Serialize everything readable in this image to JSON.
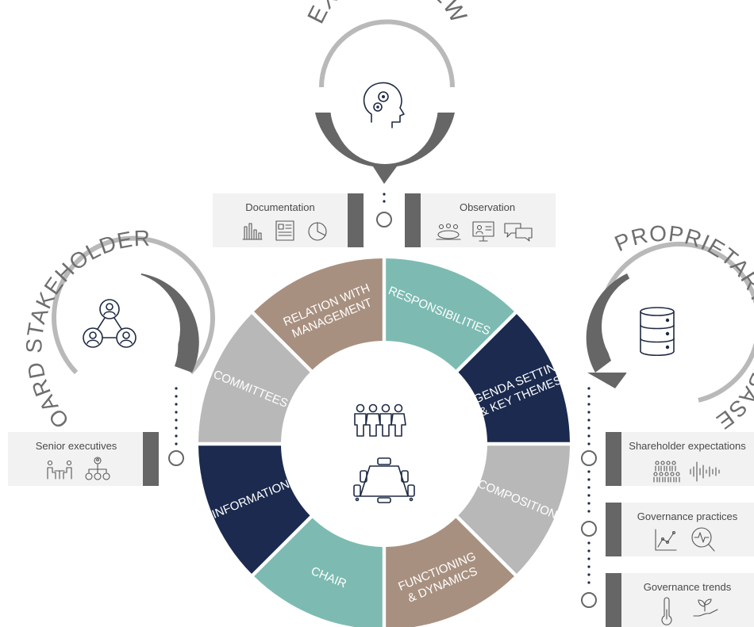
{
  "hubs": {
    "expert": {
      "title": "EXPERT VIEW"
    },
    "board": {
      "title": "BOARD STAKEHOLDERS"
    },
    "database": {
      "title": "PROPRIETARY DATABASE"
    }
  },
  "sources": {
    "documentation": {
      "label": "Documentation",
      "icons": [
        "bar-chart-icon",
        "document-icon",
        "pie-chart-icon"
      ]
    },
    "observation": {
      "label": "Observation",
      "icons": [
        "meeting-table-icon",
        "presentation-icon",
        "chat-bubbles-icon"
      ]
    },
    "senior_executives": {
      "label": "Senior executives",
      "icons": [
        "interview-icon",
        "org-chart-icon"
      ]
    },
    "shareholder_expectations": {
      "label": "Shareholder expectations",
      "icons": [
        "crowd-icon",
        "sound-wave-icon"
      ]
    },
    "governance_practices": {
      "label": "Governance practices",
      "icons": [
        "line-chart-icon",
        "magnifier-pulse-icon"
      ]
    },
    "governance_trends": {
      "label": "Governance trends",
      "icons": [
        "thermometer-icon",
        "plant-hand-icon"
      ]
    }
  },
  "wheel": {
    "segments": [
      {
        "line1": "RESPONSIBILITIES",
        "line2": "",
        "color": "#7dbbb2"
      },
      {
        "line1": "AGENDA SETTING",
        "line2": "& KEY THEMES",
        "color": "#1b2a4e"
      },
      {
        "line1": "COMPOSITION",
        "line2": "",
        "color": "#b8b8b8"
      },
      {
        "line1": "FUNCTIONING",
        "line2": "& DYNAMICS",
        "color": "#a89080"
      },
      {
        "line1": "CHAIR",
        "line2": "",
        "color": "#7dbbb2"
      },
      {
        "line1": "INFORMATION",
        "line2": "",
        "color": "#1b2a4e"
      },
      {
        "line1": "COMMITTEES",
        "line2": "",
        "color": "#b8b8b8"
      },
      {
        "line1": "RELATION WITH",
        "line2": "MANAGEMENT",
        "color": "#a89080"
      }
    ],
    "center_icons": [
      "board-members-icon",
      "boardroom-table-icon"
    ]
  },
  "colors": {
    "dark_gray": "#666666",
    "light_gray": "#b9b9b9",
    "box_bg": "#f2f2f2",
    "navy": "#1b2a4e"
  }
}
